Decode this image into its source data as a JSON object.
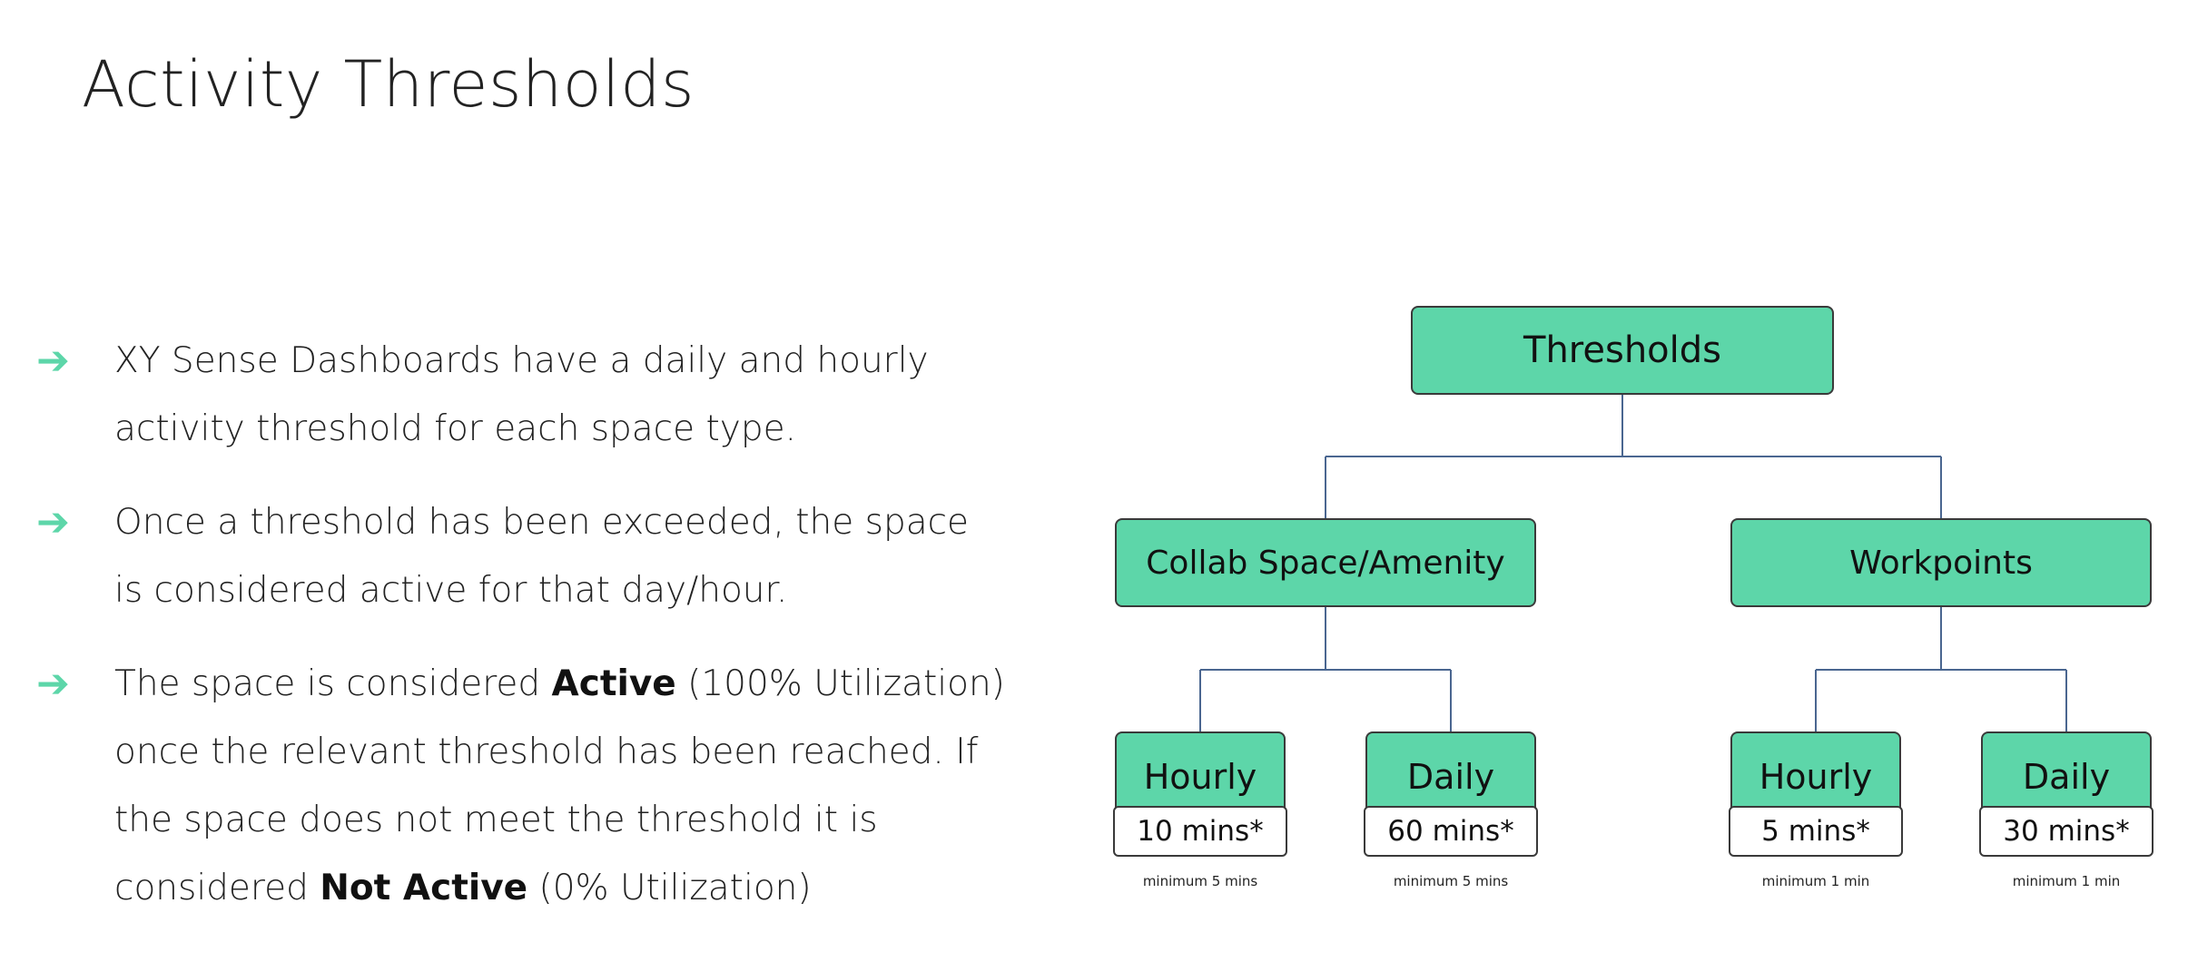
{
  "page": {
    "title": "Activity Thresholds"
  },
  "bullets": [
    {
      "parts": [
        {
          "text": "XY Sense Dashboards have a daily and hourly activity threshold for each space type.",
          "bold": false
        }
      ]
    },
    {
      "parts": [
        {
          "text": "Once a threshold has been exceeded, the space is considered active for that day/hour.",
          "bold": false
        }
      ]
    },
    {
      "parts": [
        {
          "text": "The space is considered ",
          "bold": false
        },
        {
          "text": "Active",
          "bold": true
        },
        {
          "text": " (100% Utilization) once the relevant threshold has been reached. If the space does not meet the threshold it is considered ",
          "bold": false
        },
        {
          "text": "Not Active",
          "bold": true
        },
        {
          "text": " (0% Utilization)",
          "bold": false
        }
      ]
    }
  ],
  "colors": {
    "accent": "#5dd6a9",
    "connector": "#4a6690",
    "border": "#3a3a3a"
  },
  "diagram": {
    "root": {
      "label": "Thresholds"
    },
    "groups": [
      {
        "label": "Collab Space/Amenity",
        "children": [
          {
            "label": "Hourly",
            "value": "10 mins*",
            "note": "minimum 5 mins"
          },
          {
            "label": "Daily",
            "value": "60 mins*",
            "note": "minimum 5 mins"
          }
        ]
      },
      {
        "label": "Workpoints",
        "children": [
          {
            "label": "Hourly",
            "value": "5 mins*",
            "note": "minimum 1 min"
          },
          {
            "label": "Daily",
            "value": "30 mins*",
            "note": "minimum 1 min"
          }
        ]
      }
    ]
  }
}
